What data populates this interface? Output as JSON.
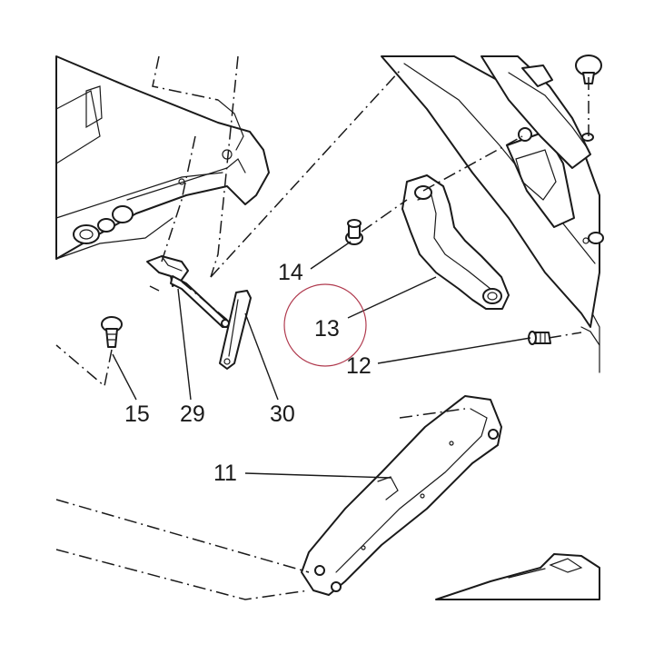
{
  "callouts": {
    "c11": "11",
    "c12": "12",
    "c13": "13",
    "c14": "14",
    "c15": "15",
    "c29": "29",
    "c30": "30"
  },
  "colors": {
    "line": "#1a1a1a",
    "highlight_circle": "#b03a4e"
  }
}
